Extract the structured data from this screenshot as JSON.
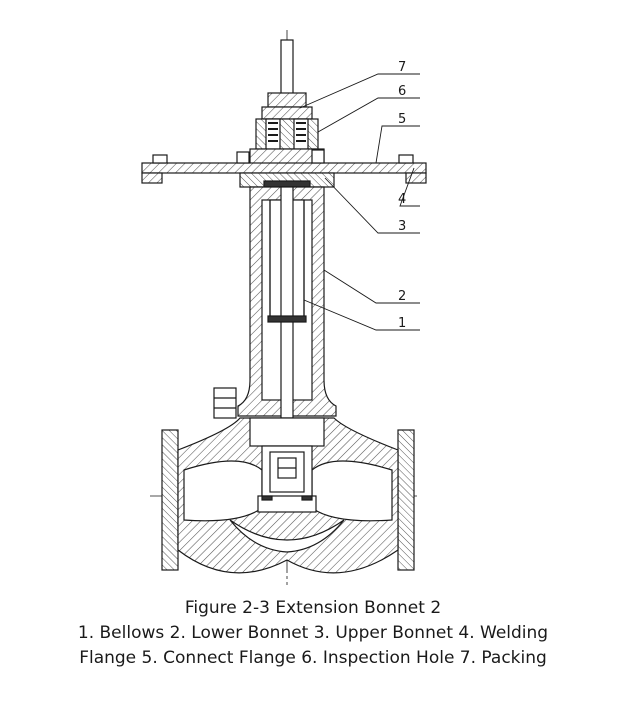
{
  "caption": {
    "title": "Figure 2-3 Extension Bonnet 2",
    "line1": "1. Bellows  2. Lower Bonnet  3. Upper Bonnet  4. Welding",
    "line2": "Flange  5. Connect Flange  6. Inspection Hole  7. Packing"
  },
  "callouts": [
    "1",
    "2",
    "3",
    "4",
    "5",
    "6",
    "7"
  ],
  "colors": {
    "line": "#1a1a1a",
    "hatch": "#555555",
    "background": "#ffffff"
  }
}
